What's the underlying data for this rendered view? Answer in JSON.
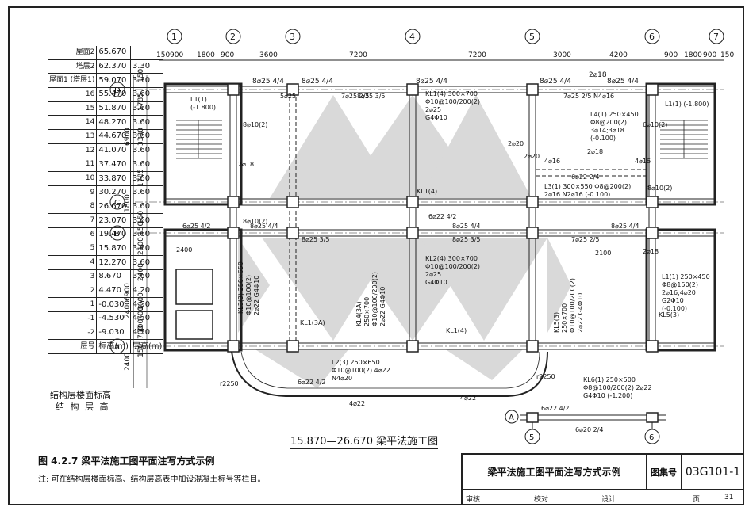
{
  "level_table": {
    "rows": [
      [
        "屋面2",
        "65.670",
        ""
      ],
      [
        "塔层2",
        "62.370",
        "3.30"
      ],
      [
        "屋面1 (塔层1)",
        "59.070",
        "3.30"
      ],
      [
        "16",
        "55.470",
        "3.60"
      ],
      [
        "15",
        "51.870",
        "3.60"
      ],
      [
        "14",
        "48.270",
        "3.60"
      ],
      [
        "13",
        "44.670",
        "3.60"
      ],
      [
        "12",
        "41.070",
        "3.60"
      ],
      [
        "11",
        "37.470",
        "3.60"
      ],
      [
        "10",
        "33.870",
        "3.60"
      ],
      [
        "9",
        "30.270",
        "3.60"
      ],
      [
        "8",
        "26.670",
        "3.60"
      ],
      [
        "7",
        "23.070",
        "3.60"
      ],
      [
        "6",
        "19.470",
        "3.60"
      ],
      [
        "5",
        "15.870",
        "3.60"
      ],
      [
        "4",
        "12.270",
        "3.60"
      ],
      [
        "3",
        "8.670",
        "3.60"
      ],
      [
        "2",
        "4.470",
        "4.20"
      ],
      [
        "1",
        "-0.030",
        "4.50"
      ],
      [
        "-1",
        "-4.530",
        "4.50"
      ],
      [
        "-2",
        "-9.030",
        "4.50"
      ],
      [
        "层号",
        "标高(m)",
        "层高(m)"
      ]
    ],
    "legend_line1": "结构层楼面标高",
    "legend_line2": "结 构 层 高"
  },
  "axes": {
    "columns": [
      "1",
      "2",
      "3",
      "4",
      "5",
      "6",
      "7"
    ],
    "rows": [
      "D",
      "C",
      "B",
      "A"
    ]
  },
  "top_dims": [
    "150",
    "900",
    "1800",
    "900",
    "3600",
    "7200",
    "7200",
    "3000",
    "4200",
    "900",
    "1800",
    "900",
    "150"
  ],
  "left_dims": [
    "150",
    "1785",
    "3330",
    "1785",
    "6900",
    "1800",
    "150",
    "150",
    "2100",
    "2400",
    "1000",
    "700",
    "700",
    "2400",
    "6900",
    "700",
    "150",
    "2400"
  ],
  "beam_labels": {
    "d_top": [
      "8⌀25 4/4",
      "8⌀25 4/4",
      "8⌀25 4/4",
      "8⌀25 4/4",
      "2⌀18",
      "8⌀25 4/4"
    ],
    "kl1": [
      "KL1(4) 300×700",
      "Φ10@100/200(2)",
      "2⌀25",
      "G4Φ10"
    ],
    "kl2": [
      "KL2(4) 300×700",
      "Φ10@100/200(2)",
      "2⌀25",
      "G4Φ10"
    ],
    "l1_left": [
      "L1(1)",
      "(-1.800)"
    ],
    "l1_right": "L1(1) (-1.800)",
    "l1_b": [
      "L1(1) 250×450",
      "Φ8@150(2)",
      "2⌀16;4⌀20",
      "G2Φ10",
      "(-0.100)"
    ],
    "l3": [
      "L3(1) 300×550 Φ8@200(2)",
      "2⌀16 N2⌀16 (-0.100)"
    ],
    "l4": [
      "L4(1) 250×450",
      "Φ8@200(2)",
      "3⌀14;3⌀18",
      "(-0.100)"
    ],
    "kl3": [
      "KL3(3) 250×650",
      "Φ10@100(2)",
      "2⌀22 G4Φ10"
    ],
    "kl4": [
      "KL4(3A)",
      "250×700",
      "Φ10@100/200(2)",
      "2⌀22 G4Φ10"
    ],
    "kl5": [
      "KL5(3)",
      "250×700",
      "Φ10@100/200(2)",
      "2⌀22 G4Φ10"
    ],
    "l2": [
      "L2(3) 250×650",
      "Φ10@100(2) 4⌀22",
      "N4⌀20"
    ],
    "kl6": [
      "KL6(1) 250×500",
      "Φ8@100/200(2) 2⌀22",
      "G4Φ10 (-1.200)"
    ],
    "misc": [
      "7⌀25 2/5",
      "7⌀25 2/5 N4⌀16",
      "8⌀25 3/5",
      "8⌀25 3/5",
      "8⌀25 3/5",
      "7⌀25 2/5",
      "6⌀25 4/2",
      "8⌀25 4/4",
      "8⌀25 4/4",
      "8⌀25 4/4",
      "6⌀22 4/2",
      "6⌀22 4/2",
      "4⌀22",
      "4⌀22",
      "6⌀20 2/4",
      "6⌀22 4/2",
      "2⌀18",
      "2⌀18",
      "2⌀18",
      "2⌀20",
      "2⌀20",
      "4⌀16",
      "4⌀16",
      "6⌀22 2/4",
      "8⌀10(2)",
      "8⌀10(2)",
      "6⌀10(2)",
      "8⌀10(2)",
      "KL1(4)",
      "KL1(4)",
      "KL1(3A)",
      "KL5(3)",
      "5⌀25",
      "r2250",
      "r2250",
      "2400",
      "2100"
    ]
  },
  "detail_axes": [
    "A",
    "5",
    "6"
  ],
  "caption": "15.870—26.670 梁平法施工图",
  "figure_title": "图 4.2.7 梁平法施工图平面注写方式示例",
  "note": "注: 可在结构层楼面标高、结构层高表中加设混凝土标号等栏目。",
  "title_block": {
    "title": "梁平法施工图平面注写方式示例",
    "atlas_label": "图集号",
    "atlas_no": "03G101-1",
    "review": "审核",
    "check": "校对",
    "design": "设计",
    "page_label": "页",
    "page": "31"
  },
  "colors": {
    "line": "#222222",
    "hatch": "#d6d6d6"
  }
}
